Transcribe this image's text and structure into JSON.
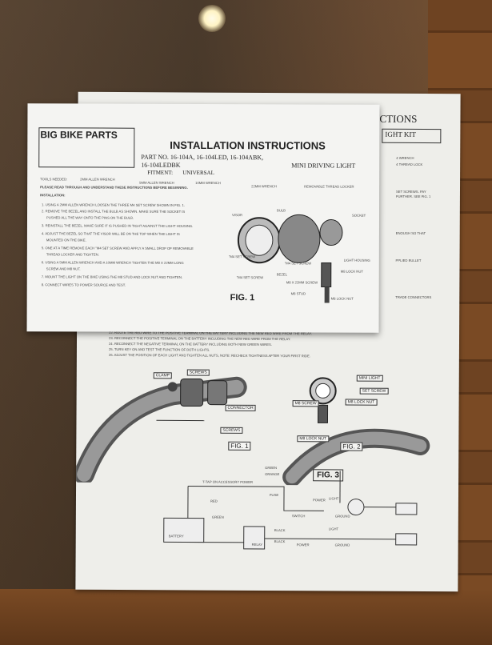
{
  "front_sheet": {
    "brand": "BIG BIKE PARTS",
    "title": "INSTALLATION INSTRUCTIONS",
    "part_no": "PART NO. 16-104A, 16-104LED, 16-104ABK,",
    "part_no_2": "16-104LEDBK",
    "product": "MINI DRIVING LIGHT",
    "fitment_label": "FITMENT:",
    "fitment_value": "UNIVERSAL",
    "tools_needed": "TOOLS NEEDED:",
    "allen_wrench_2mm": "2MM ALLEN WRENCH",
    "allen_wrench_5mm": "5MM ALLEN WRENCH",
    "wrench_10mm": "10MM WRENCH",
    "wrench_22mm": "22MM WRENCH",
    "thread_locker": "REMOVABLE THREAD LOCKER",
    "please_read": "PLEASE READ THROUGH AND UNDERSTAND THESE INSTRUCTIONS BEFORE BEGINNING.",
    "installation_heading": "INSTALLATION:",
    "steps": [
      "1. USING A 2MM ALLEN WRENCH LOOSEN THE THREE M4 SET SCREW SHOWN IN FIG. 1.",
      "2. REMOVE THE BEZEL AND INSTALL THE BULB AS SHOWN. MAKE SURE THE SOCKET IS",
      "PUSHED ALL THE WAY ONTO THE PINS ON THE BULB.",
      "3. REINSTALL THE BEZEL. MAKE SURE IT IS PUSHED IN TIGHT AGAINST THE LIGHT HOUSING.",
      "4. ADJUST THE BEZEL SO THAT THE VISOR WILL BE ON THE TOP WHEN THE LIGHT IS",
      "MOUNTED ON THE BIKE.",
      "5. ONE AT A TIME REMOVE EACH \"M4 SET SCREW AND APPLY A SMALL DROP OF REMOVABLE",
      "THREAD LOCKER AND TIGHTEN.",
      "6. USING A 5MM ALLEN WRENCH AND A 10MM WRENCH TIGHTEN THE M8 X 22MM LONG",
      "SCREW AND M8 NUT.",
      "7. MOUNT THE LIGHT ON THE BIKE USING THE M8 STUD AND LOCK NUT AND TIGHTEN.",
      "8. CONNECT WIRES TO POWER SOURCE AND TEST."
    ],
    "fig1_label": "FIG. 1",
    "diagram_labels": {
      "visor": "VISOR",
      "bulb": "BULB",
      "socket": "SOCKET",
      "m4_set_screw": "\"M4 SET SCREW",
      "m4_set_screw_2": "\"M4 SET SCREW",
      "m4_set_screw_3": "\"M4 SET SCREW",
      "bezel": "BEZEL",
      "light_housing": "LIGHT HOUSING",
      "m8_lock_nut": "M8 LOCK NUT",
      "m8_22mm_screw": "M8 X 22MM SCREW",
      "m8_stud": "M8 STUD",
      "m8_lock_nut_2": "M8 LOCK NUT"
    }
  },
  "back_sheet": {
    "header_partial": "INSTRUCTIONS",
    "kit_partial": "IGHT KIT",
    "side_notes": [
      "4 WRENCH",
      "4 THREAD LOCK",
      "SET SCREWS. PAY",
      "FURTHER. SEE FIG. 1",
      "ENOUGH SO THAT",
      "PPLIED BULLET",
      "TRADE CONNECTORS"
    ],
    "wiring_steps": [
      "22. ROUTE THE RED WIRE TO THE POSITIVE TERMINAL ON THE BATTERY INCLUDING THE NEW RED WIRE FROM THE RELAY.",
      "23. RECONNECT THE POSITIVE TERMINAL ON THE BATTERY INCLUDING THE NEW RED WIRE FROM THE RELAY.",
      "24. RECONNECT THE NEGATIVE TERMINAL ON THE BATTERY INCLUDING BOTH NEW GREEN WIRES.",
      "25. TURN KEY ON AND TEST THE FUNCTION OF BOTH LIGHTS.",
      "26. ADJUST THE POSITION OF EACH LIGHT AND TIGHTEN ALL NUTS, NOTE: RECHECK TIGHTNESS AFTER YOUR FIRST RIDE."
    ],
    "fig1": {
      "clamp": "CLAMP",
      "screws": "SCREWS",
      "connector": "CONNECTOR",
      "screws_2": "SCREWS",
      "label": "FIG. 1"
    },
    "fig2": {
      "mini_light": "MINI LIGHT",
      "set_screw": "SET SCREW",
      "m8_lock_nut": "M8 LOCK NUT",
      "m8_screw": "M8 SCREW",
      "m8_lock_nut_2": "M8 LOCK NUT",
      "label": "FIG. 2"
    },
    "fig3": {
      "label": "FIG. 3",
      "green": "GREEN",
      "orange": "ORANGE",
      "tap": "T-TAP ON ACCESSORY POWER",
      "fuse": "FUSE",
      "switch": "SWITCH",
      "power": "POWER",
      "power_2": "POWER",
      "light": "LIGHT",
      "light_2": "LIGHT",
      "ground": "GROUND",
      "ground_2": "GROUND",
      "battery": "BATTERY",
      "relay": "RELAY",
      "green_2": "GREEN",
      "black": "BLACK",
      "black_2": "BLACK",
      "red": "RED"
    }
  }
}
